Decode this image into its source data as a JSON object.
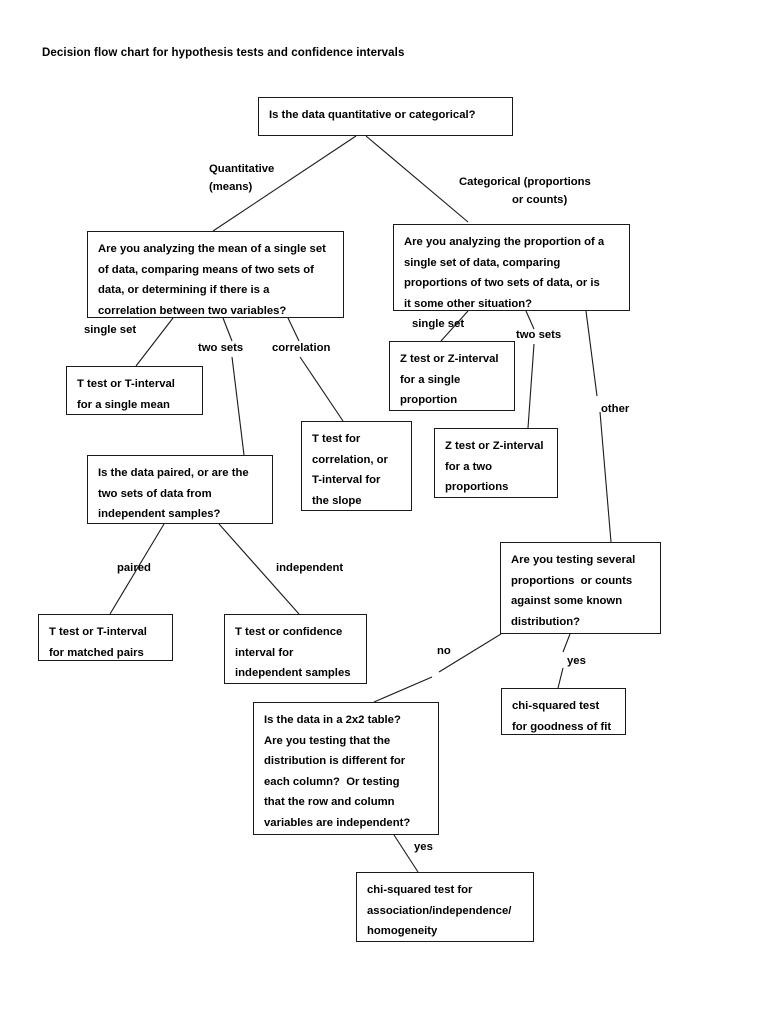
{
  "title": "Decision flow chart for hypothesis tests and confidence intervals",
  "theme": {
    "background": "#ffffff",
    "border": "#1a1a1a",
    "text": "#000000",
    "edge": "#1a1a1a"
  },
  "chart_data": {
    "type": "diagram",
    "title": "Decision flow chart for hypothesis tests and confidence intervals",
    "nodes": [
      {
        "id": "root",
        "kind": "question",
        "text": "Is the data quantitative or categorical?"
      },
      {
        "id": "quant-q",
        "kind": "question",
        "text": "Are you analyzing the mean of a single set of data, comparing means of two sets of data, or determining if there is a correlation between two variables?"
      },
      {
        "id": "cat-q",
        "kind": "question",
        "text": "Are you analyzing the proportion of a single set of data, comparing proportions of two sets of data, or is it some other situation?"
      },
      {
        "id": "t-single-mean",
        "kind": "result",
        "text": "T test or T-interval for a single mean"
      },
      {
        "id": "paired-q",
        "kind": "question",
        "text": "Is the data paired, or are the two sets of data from independent samples?"
      },
      {
        "id": "t-correlation",
        "kind": "result",
        "text": "T test for correlation, or T-interval for the slope"
      },
      {
        "id": "z-single-prop",
        "kind": "result",
        "text": "Z test or Z-interval for a single proportion"
      },
      {
        "id": "z-two-prop",
        "kind": "result",
        "text": "Z test or Z-interval for a two proportions"
      },
      {
        "id": "several-prop-q",
        "kind": "question",
        "text": "Are you testing several proportions  or counts against some known distribution?"
      },
      {
        "id": "t-matched-pairs",
        "kind": "result",
        "text": "T test or T-interval for matched pairs"
      },
      {
        "id": "t-independent",
        "kind": "result",
        "text": "T test or confidence interval for independent samples"
      },
      {
        "id": "chi-gof",
        "kind": "result",
        "text": "chi-squared test for goodness of fit"
      },
      {
        "id": "table-q",
        "kind": "question",
        "text": "Is the data in a 2x2 table? Are you testing that the distribution is different for each column?  Or testing that the row and column variables are independent?"
      },
      {
        "id": "chi-assoc",
        "kind": "result",
        "text": "chi-squared test for association/independence/homogeneity"
      }
    ],
    "edges": [
      {
        "from": "root",
        "to": "quant-q",
        "label": "Quantitative (means)"
      },
      {
        "from": "root",
        "to": "cat-q",
        "label": "Categorical (proportions or counts)"
      },
      {
        "from": "quant-q",
        "to": "t-single-mean",
        "label": "single set"
      },
      {
        "from": "quant-q",
        "to": "paired-q",
        "label": "two sets"
      },
      {
        "from": "quant-q",
        "to": "t-correlation",
        "label": "correlation"
      },
      {
        "from": "cat-q",
        "to": "z-single-prop",
        "label": "single set"
      },
      {
        "from": "cat-q",
        "to": "z-two-prop",
        "label": "two sets"
      },
      {
        "from": "cat-q",
        "to": "several-prop-q",
        "label": "other"
      },
      {
        "from": "paired-q",
        "to": "t-matched-pairs",
        "label": "paired"
      },
      {
        "from": "paired-q",
        "to": "t-independent",
        "label": "independent"
      },
      {
        "from": "several-prop-q",
        "to": "chi-gof",
        "label": "yes"
      },
      {
        "from": "several-prop-q",
        "to": "table-q",
        "label": "no"
      },
      {
        "from": "table-q",
        "to": "chi-assoc",
        "label": "yes"
      }
    ]
  },
  "nodes": {
    "root": {
      "lines": [
        "Is the data quantitative or categorical?"
      ]
    },
    "quant_q": {
      "lines": [
        "Are you analyzing the mean of a single set",
        "of data, comparing means of two sets of",
        "data, or determining if there is a",
        "correlation between two variables?"
      ]
    },
    "cat_q": {
      "lines": [
        "Are you analyzing the proportion of a",
        "single set of data, comparing",
        "proportions of two sets of data, or is",
        "it some other situation?"
      ]
    },
    "t_single_mean": {
      "lines": [
        "T test or T-interval",
        "for a single mean"
      ]
    },
    "paired_q": {
      "lines": [
        "Is the data paired, or are the",
        "two sets of data from",
        "independent samples?"
      ]
    },
    "t_correlation": {
      "lines": [
        "T test for",
        "correlation, or",
        "T-interval for",
        "the slope"
      ]
    },
    "z_single_prop": {
      "lines": [
        "Z test or Z-interval",
        "for a single",
        "proportion"
      ]
    },
    "z_two_prop": {
      "lines": [
        "Z test or Z-interval",
        "for a two",
        "proportions"
      ]
    },
    "several_prop_q": {
      "lines": [
        "Are you testing several",
        "proportions  or counts",
        "against some known",
        "distribution?"
      ]
    },
    "t_matched_pairs": {
      "lines": [
        "T test or T-interval",
        "for matched pairs"
      ]
    },
    "t_independent": {
      "lines": [
        "T test or confidence",
        "interval for",
        "independent samples"
      ]
    },
    "chi_gof": {
      "lines": [
        "chi-squared test",
        "for goodness of fit"
      ]
    },
    "table_q": {
      "lines": [
        "Is the data in a 2x2 table?",
        "Are you testing that the",
        "distribution is different for",
        "each column?  Or testing",
        "that the row and column",
        "variables are independent?"
      ]
    },
    "chi_assoc": {
      "lines": [
        "chi-squared test for",
        "association/independence/",
        "homogeneity"
      ]
    }
  },
  "edge_labels": {
    "quantitative_1": "Quantitative",
    "quantitative_2": "(means)",
    "categorical_1": "Categorical (proportions",
    "categorical_2": "or counts)",
    "single_set_left": "single set",
    "two_sets_left": "two sets",
    "correlation": "correlation",
    "single_set_right": "single set",
    "two_sets_right": "two sets",
    "other": "other",
    "paired": "paired",
    "independent": "independent",
    "no": "no",
    "yes_gof": "yes",
    "yes_assoc": "yes"
  }
}
